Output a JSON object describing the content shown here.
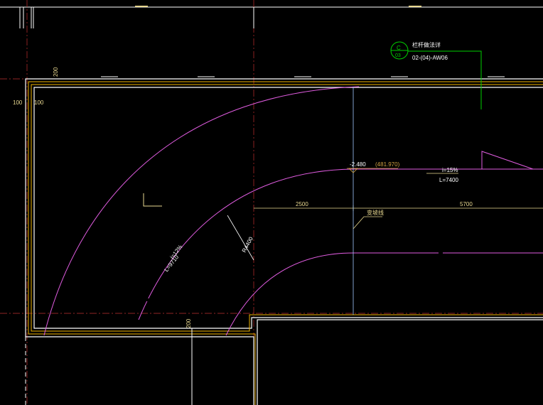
{
  "drawing": {
    "top_dims": [
      "",
      "",
      ""
    ],
    "colors": {
      "background": "#000000",
      "wall": "#ffffff",
      "wall_inner": "#f0b400",
      "ramp": "#e05ce0",
      "grid_axis": "#c03030",
      "leader": "#00d000",
      "elevation": "#d0a040",
      "dim": "#e8d890"
    },
    "dims": {
      "d200_top": "200",
      "d100_left": "100",
      "d100_left2": "100",
      "d200_bottom": "200",
      "d2500": "2500",
      "d5700": "5700"
    },
    "callout": {
      "letter": "C",
      "number": "03",
      "title": "栏杆做法详",
      "ref": "02-(04)-AW06"
    },
    "slopes": {
      "ramp_straight_i": "i=15%",
      "ramp_straight_l": "L=7400",
      "ramp_curve_i": "i=12%",
      "ramp_curve_l": "L=9710"
    },
    "elevation": {
      "value": "-2.480",
      "paren": "(481.970)"
    },
    "radius_label": "R4400",
    "baseline_label": "变坡线"
  }
}
